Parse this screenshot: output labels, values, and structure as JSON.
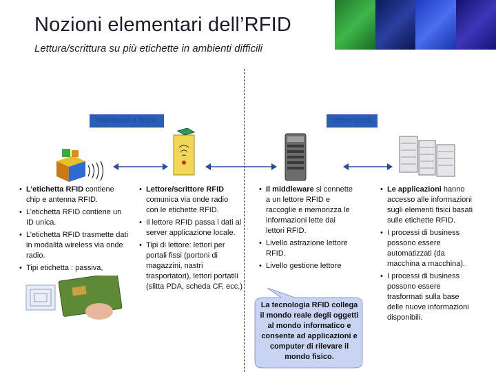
{
  "header": {
    "title": "Nozioni elementari dell’RFID",
    "subtitle": "Lettura/scrittura su più etichette in ambienti difficili"
  },
  "sections": {
    "hardware": "Hardware e fisica",
    "software": "Informatica"
  },
  "columns": {
    "tag": [
      {
        "strong": "L’etichetta RFID",
        "rest": " contiene chip e antenna RFID."
      },
      {
        "strong": "",
        "rest": "L’etichetta RFID contiene un ID unica."
      },
      {
        "strong": "",
        "rest": "L’etichetta RFID trasmette dati in modalità wireless via onde radio."
      },
      {
        "strong": "",
        "rest": "Tipi etichetta : passiva,"
      }
    ],
    "reader": [
      {
        "strong": "Lettore/scrittore RFID",
        "rest": " comunica via onde radio con le etichette RFID."
      },
      {
        "strong": "",
        "rest": "Il lettore RFID passa i dati al server applicazione locale."
      },
      {
        "strong": "",
        "rest": "Tipi di lettore: lettori per portali fissi (portoni di magazzini, nastri trasportatori), lettori portatili (slitta PDA, scheda CF, ecc.)"
      }
    ],
    "middleware": [
      {
        "strong": "Il middleware",
        "rest": " si connette a un lettore RFID e raccoglie e memorizza le informazioni lette dai lettori RFID."
      },
      {
        "strong": "",
        "rest": "Livello astrazione lettore RFID."
      },
      {
        "strong": "",
        "rest": "Livello gestione lettore"
      }
    ],
    "applications": [
      {
        "strong": "Le applicazioni",
        "rest": " hanno accesso alle informazioni sugli elementi fisici basati sulle etichette RFID."
      },
      {
        "strong": "",
        "rest": "I processi di business possono essere automatizzati (da macchina a macchina)."
      },
      {
        "strong": "",
        "rest": "I processi di business possono essere trasformati sulla base delle nuove informazioni disponibili."
      }
    ]
  },
  "callout": {
    "text": "La tecnologia RFID collega il mondo reale degli oggetti al mondo informatico e consente ad applicazioni e computer di rilevare il mondo fisico."
  },
  "colors": {
    "label_bg": "#2a5db4",
    "callout_bg": "#c9d3f2",
    "photo_strip": [
      "#2f9a3a",
      "#1a2e8a",
      "#2c4fd8",
      "#1b1a90"
    ]
  },
  "icons": {
    "tag_box": "package-rfid-icon",
    "reader": "rfid-reader-icon",
    "server": "server-icon",
    "applications": "server-rack-icon",
    "tag_card": "rfid-tag-card-icon"
  }
}
